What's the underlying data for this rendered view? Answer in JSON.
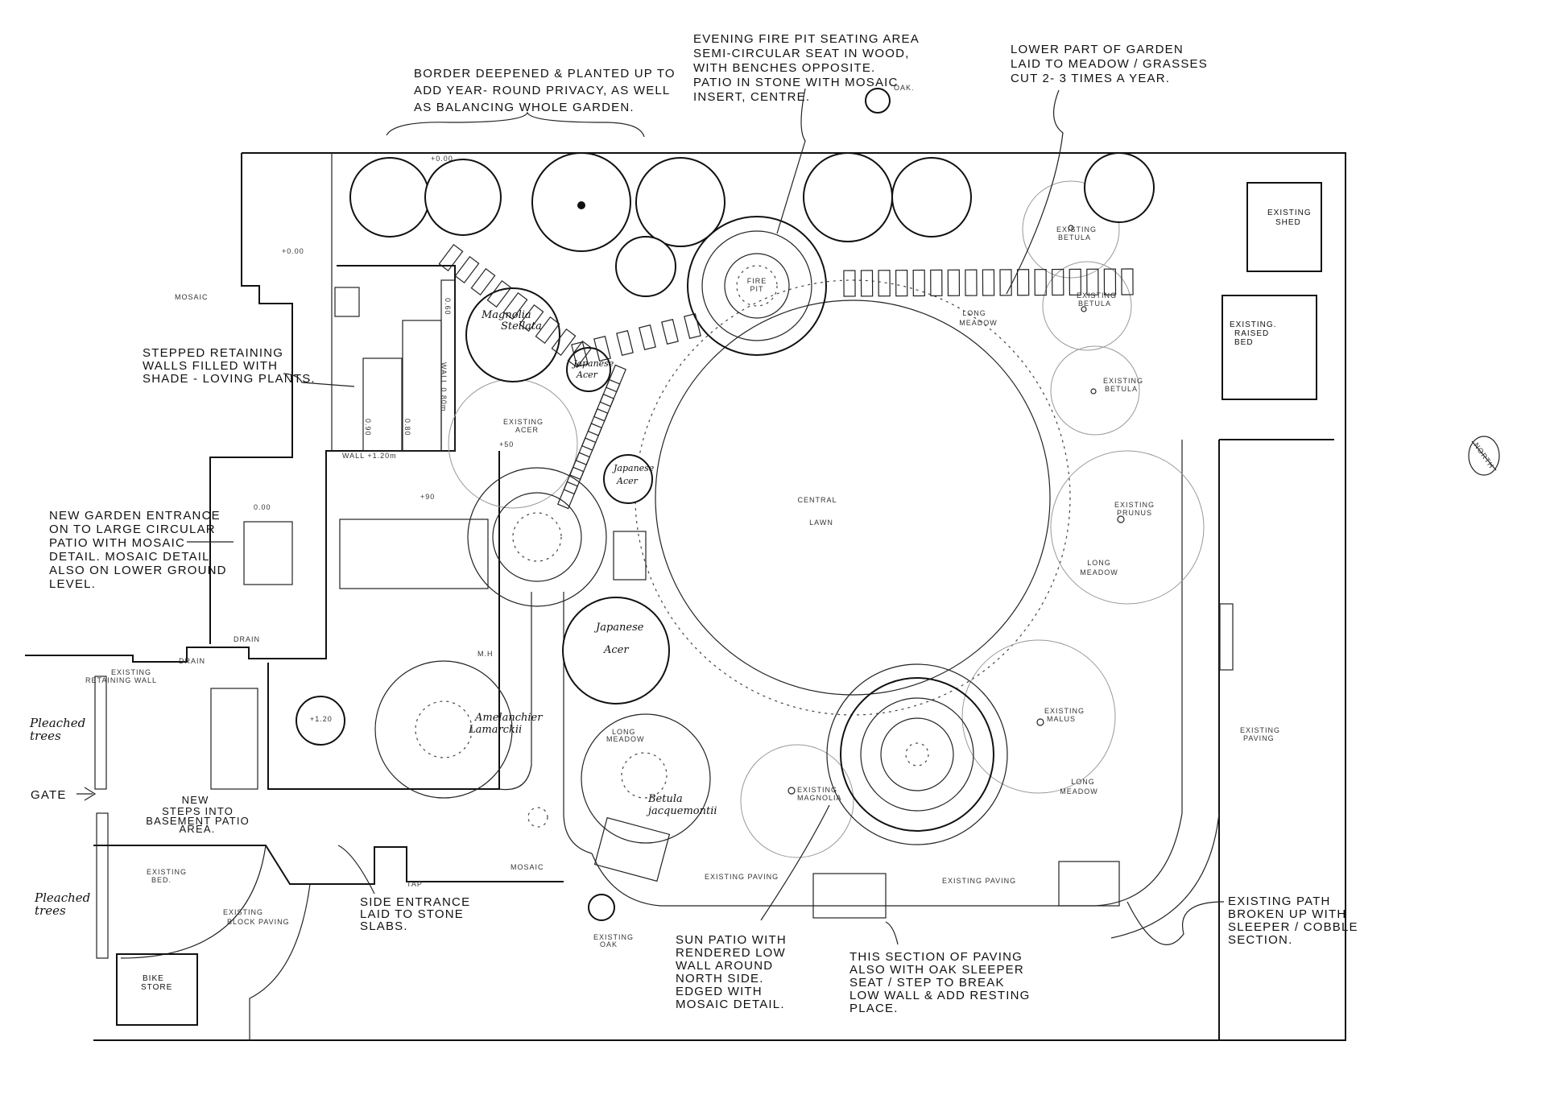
{
  "notes": {
    "border": [
      "BORDER DEEPENED & PLANTED UP TO",
      "ADD YEAR- ROUND PRIVACY, AS WELL",
      "AS BALANCING WHOLE GARDEN."
    ],
    "fire_pit": [
      "EVENING FIRE PIT SEATING AREA",
      "SEMI-CIRCULAR SEAT IN WOOD,",
      "WITH BENCHES OPPOSITE.",
      "PATIO IN STONE WITH MOSAIC",
      "INSERT, CENTRE."
    ],
    "lower_garden": [
      "LOWER PART OF GARDEN",
      "LAID TO MEADOW / GRASSES",
      "CUT 2- 3 TIMES A YEAR."
    ],
    "stepped_walls": [
      "STEPPED RETAINING",
      "WALLS FILLED WITH",
      "SHADE - LOVING PLANTS."
    ],
    "entrance": [
      "NEW GARDEN ENTRANCE",
      "ON TO LARGE CIRCULAR",
      "PATIO WITH MOSAIC",
      "DETAIL. MOSAIC DETAIL",
      "ALSO ON LOWER GROUND",
      "LEVEL."
    ],
    "new_steps": [
      "NEW",
      "STEPS INTO",
      "BASEMENT PATIO",
      "AREA."
    ],
    "side_entrance": [
      "SIDE ENTRANCE",
      "LAID TO STONE",
      "SLABS."
    ],
    "sun_patio": [
      "SUN PATIO WITH",
      "RENDERED LOW",
      "WALL AROUND",
      "NORTH SIDE.",
      "EDGED WITH",
      "MOSAIC DETAIL."
    ],
    "paving_section": [
      "THIS SECTION OF PAVING",
      "ALSO WITH OAK SLEEPER",
      "SEAT / STEP TO BREAK",
      "LOW WALL & ADD RESTING",
      "PLACE."
    ],
    "existing_path": [
      "EXISTING PATH",
      "BROKEN UP WITH",
      "SLEEPER / COBBLE",
      "SECTION."
    ]
  },
  "hand_labels": {
    "pleached_1": [
      "Pleached",
      "trees"
    ],
    "pleached_2": [
      "Pleached",
      "trees"
    ],
    "gate": "GATE"
  },
  "plants": {
    "magnolia": [
      "Magnolia",
      "Stellata"
    ],
    "acer_1": [
      "Japanese",
      "Acer"
    ],
    "acer_2": [
      "Japanese",
      "Acer"
    ],
    "acer_3": [
      "Japanese",
      "Acer"
    ],
    "amelanchier": [
      "Amelanchier",
      "Lamarckii"
    ],
    "betula": [
      "Betula",
      "jacquemontii"
    ]
  },
  "labels": {
    "mosaic_top": "MOSAIC",
    "level_top": "+0.00",
    "level_left": "+0.00",
    "level_entrance": "0.00",
    "drain_1": "DRAIN",
    "drain_2": "DRAIN",
    "retaining_wall": [
      "EXISTING",
      "RETAINING WALL"
    ],
    "manhole": "M.H",
    "level_120": "+1.20",
    "wall_level": "WALL +1.20m",
    "wall_080": "WALL 0.80m",
    "level_090": "0.90",
    "level_080": "0.80",
    "level_060": "0.60",
    "level_90": "+90",
    "existing_acer": [
      "EXISTING",
      "ACER"
    ],
    "level_50": "+50",
    "fire_pit": [
      "FIRE",
      "PIT"
    ],
    "oak_top": "OAK.",
    "long_meadow_1": [
      "LONG",
      "MEADOW"
    ],
    "betula_1": [
      "EXISTING",
      "BETULA"
    ],
    "betula_2": [
      "EXISTING",
      "BETULA"
    ],
    "betula_3": [
      "EXISTING",
      "BETULA"
    ],
    "prunus": [
      "EXISTING",
      "PRUNUS"
    ],
    "long_meadow_2": [
      "LONG",
      "MEADOW"
    ],
    "central_lawn": [
      "CENTRAL",
      "LAWN"
    ],
    "malus": [
      "EXISTING",
      "MALUS"
    ],
    "long_meadow_3": [
      "LONG",
      "MEADOW"
    ],
    "existing_paving_right": [
      "EXISTING",
      "PAVING"
    ],
    "long_meadow_4": [
      "LONG",
      "MEADOW"
    ],
    "magnolia_existing": [
      "EXISTING",
      "MAGNOLIA"
    ],
    "paving_1": "EXISTING PAVING",
    "paving_2": "EXISTING PAVING",
    "mosaic_bottom": "MOSAIC",
    "tap": "TAP",
    "existing_bed": [
      "EXISTING",
      "BED."
    ],
    "block_paving": [
      "EXISTING",
      "BLOCK PAVING"
    ],
    "bike_store": [
      "BIKE",
      "STORE"
    ],
    "existing_oak": [
      "EXISTING",
      "OAK"
    ],
    "shed": [
      "EXISTING",
      "SHED"
    ],
    "raised_bed": [
      "EXISTING.",
      "RAISED",
      "BED"
    ],
    "north": "NORTH"
  }
}
